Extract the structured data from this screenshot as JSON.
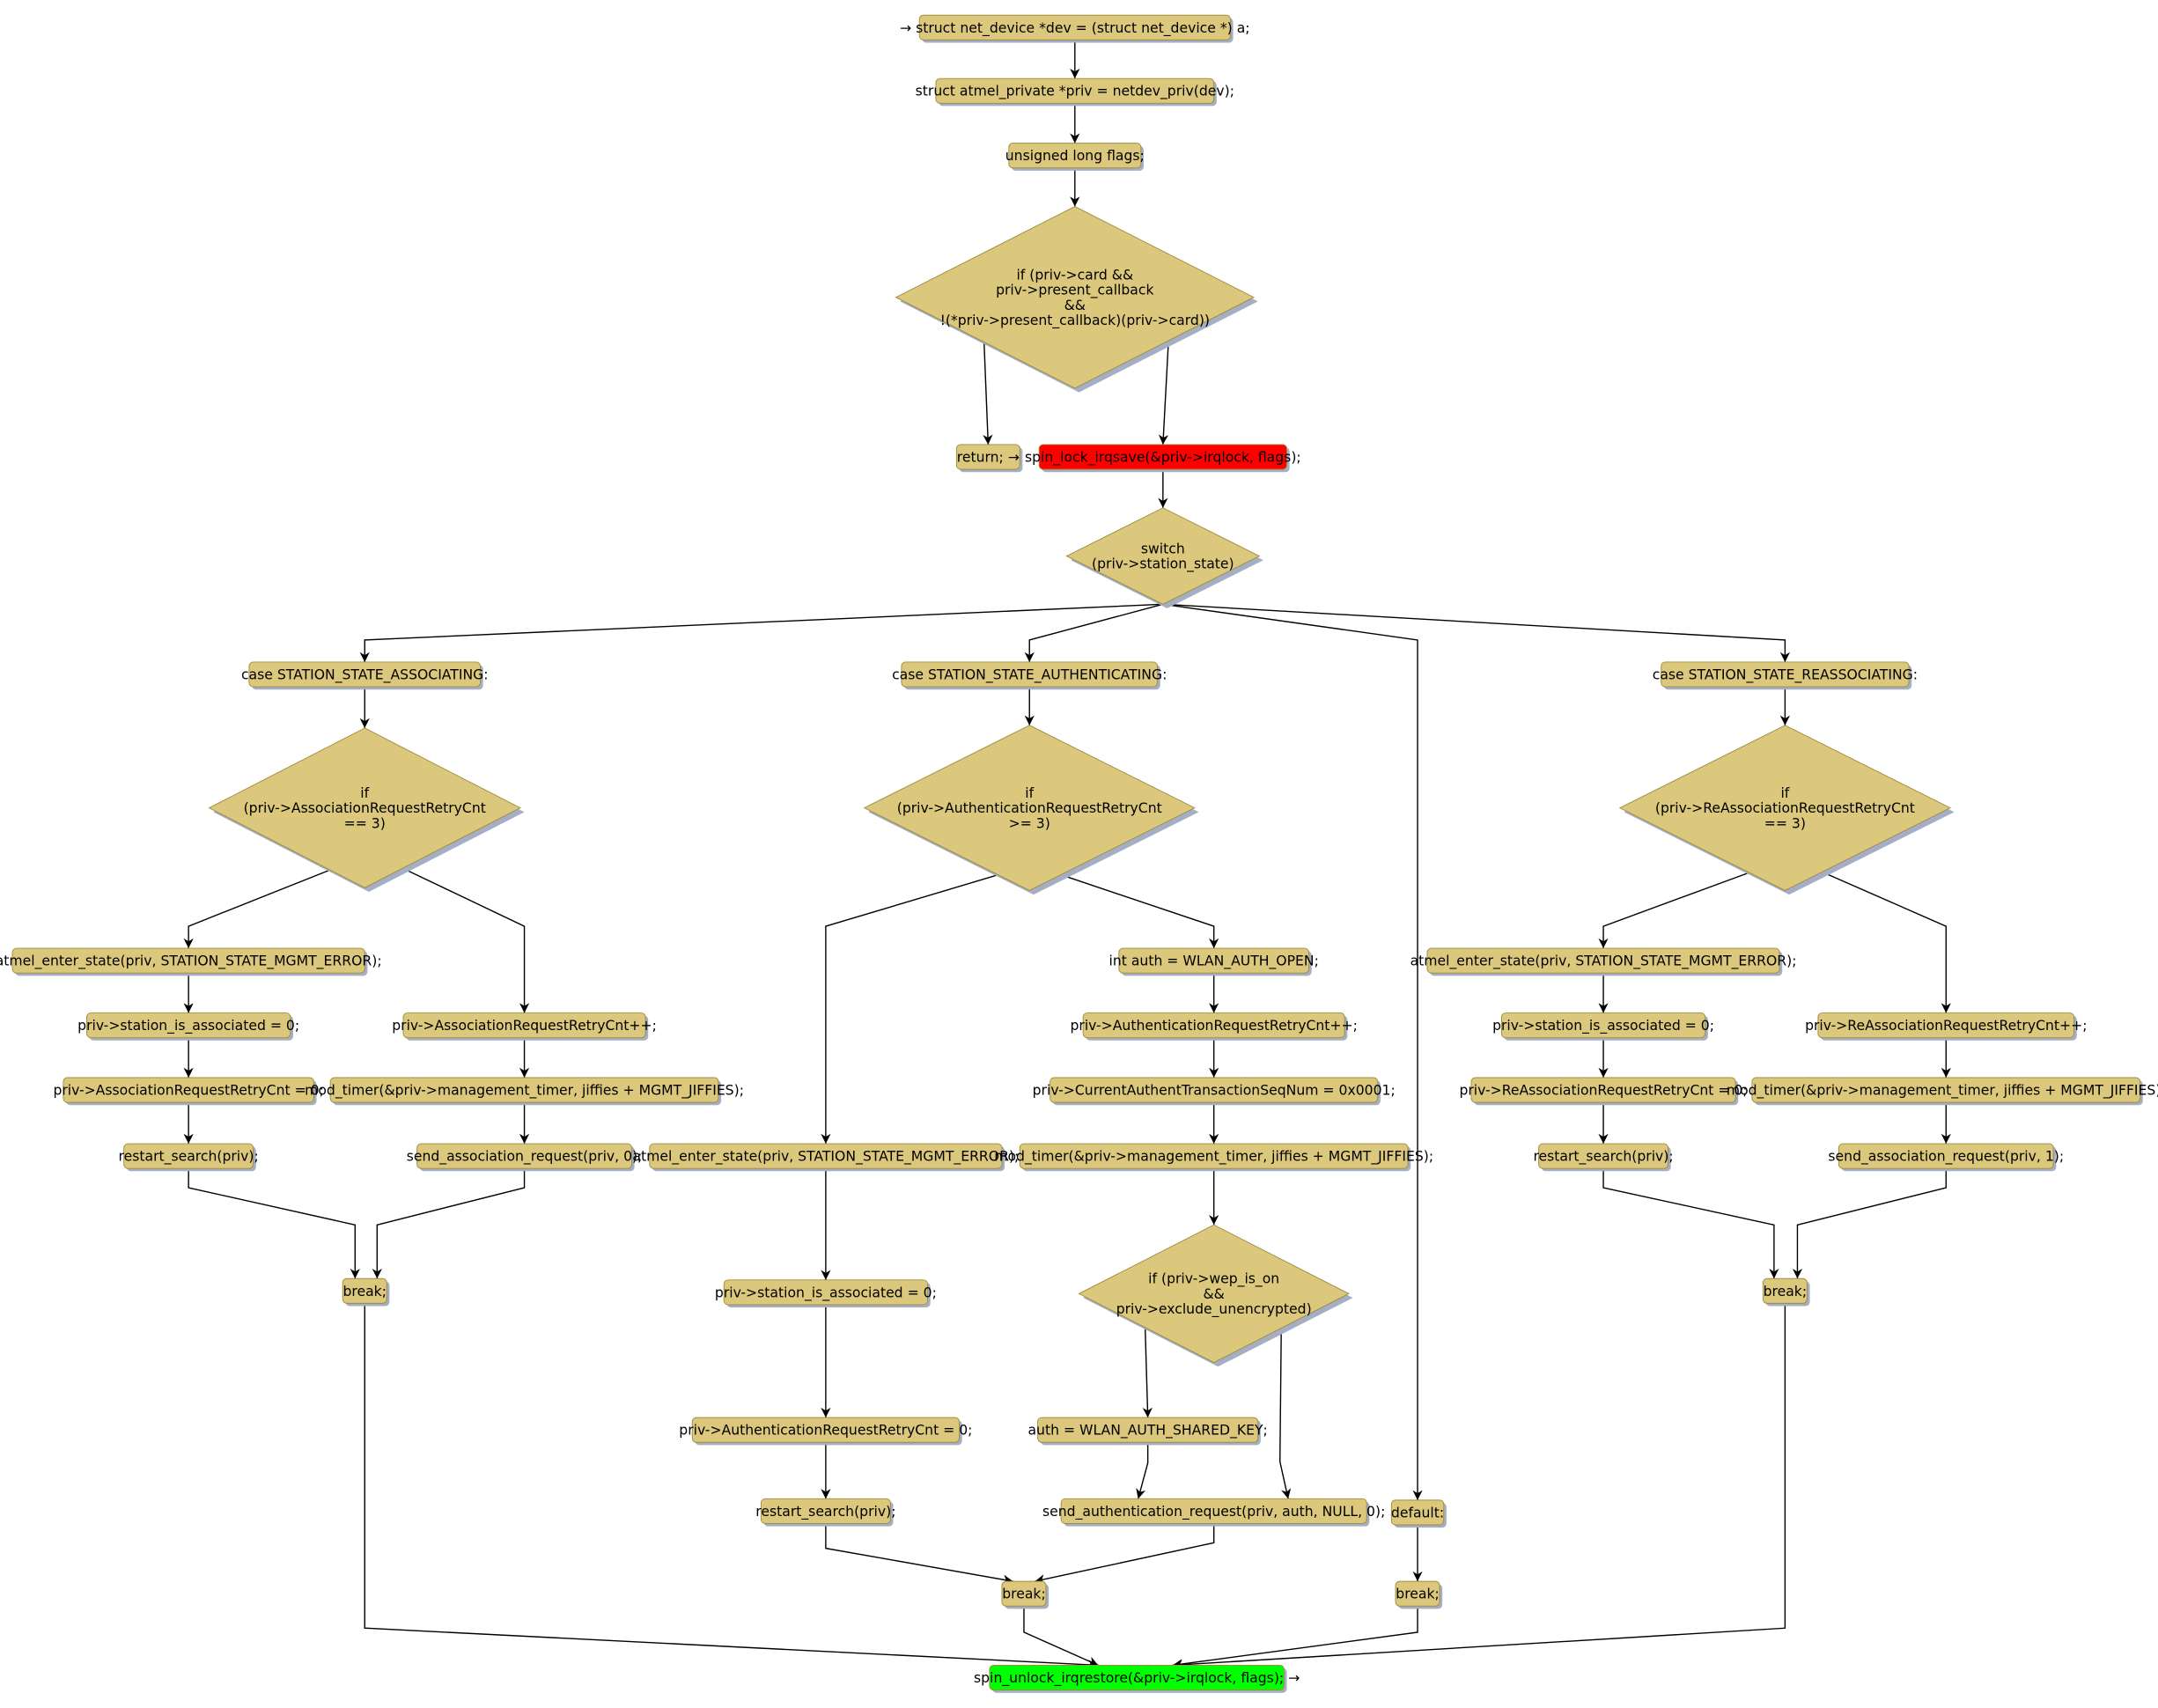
{
  "colors": {
    "node_fill": "#dcc87c",
    "node_stroke": "#a08c3c",
    "shadow": "#a4aec4",
    "start_fill": "#ff0000",
    "end_fill": "#00ff00",
    "edge": "#000000"
  },
  "nodes": {
    "n1": [
      "→ struct net_device *dev = (struct net_device *) a;"
    ],
    "n2": [
      "struct atmel_private *priv = netdev_priv(dev);"
    ],
    "n3": [
      "unsigned long flags;"
    ],
    "d1": [
      "if (priv->card &&",
      "priv->present_callback",
      "&&",
      "!(*priv->present_callback)(priv->card))"
    ],
    "ret": [
      "return; →"
    ],
    "lock": [
      "spin_lock_irqsave(&priv->irqlock, flags);"
    ],
    "sw": [
      "switch",
      "(priv->station_state)"
    ],
    "c1": [
      "case STATION_STATE_ASSOCIATING:"
    ],
    "c2": [
      "case STATION_STATE_AUTHENTICATING:"
    ],
    "c3": [
      "case STATION_STATE_REASSOCIATING:"
    ],
    "da": [
      "if",
      "(priv->AssociationRequestRetryCnt",
      "== 3)"
    ],
    "dau": [
      "if",
      "(priv->AuthenticationRequestRetryCnt",
      ">= 3)"
    ],
    "dr": [
      "if",
      "(priv->ReAssociationRequestRetryCnt",
      "== 3)"
    ],
    "a1": [
      "atmel_enter_state(priv, STATION_STATE_MGMT_ERROR);"
    ],
    "a2": [
      "priv->station_is_associated = 0;"
    ],
    "a3": [
      "priv->AssociationRequestRetryCnt = 0;"
    ],
    "a4": [
      "restart_search(priv);"
    ],
    "a5": [
      "priv->AssociationRequestRetryCnt++;"
    ],
    "a6": [
      "mod_timer(&priv->management_timer, jiffies + MGMT_JIFFIES);"
    ],
    "a7": [
      "send_association_request(priv, 0);"
    ],
    "ab": [
      "break;"
    ],
    "u1": [
      "atmel_enter_state(priv, STATION_STATE_MGMT_ERROR);"
    ],
    "u2": [
      "priv->station_is_associated = 0;"
    ],
    "u3": [
      "priv->AuthenticationRequestRetryCnt = 0;"
    ],
    "u4": [
      "restart_search(priv);"
    ],
    "u5": [
      "int auth = WLAN_AUTH_OPEN;"
    ],
    "u6": [
      "priv->AuthenticationRequestRetryCnt++;"
    ],
    "u7": [
      "priv->CurrentAuthentTransactionSeqNum = 0x0001;"
    ],
    "u8": [
      "mod_timer(&priv->management_timer, jiffies + MGMT_JIFFIES);"
    ],
    "dw": [
      "if (priv->wep_is_on",
      "&&",
      "priv->exclude_unencrypted)"
    ],
    "u9": [
      "auth = WLAN_AUTH_SHARED_KEY;"
    ],
    "u10": [
      "send_authentication_request(priv, auth, NULL, 0);"
    ],
    "ub": [
      "break;"
    ],
    "df": [
      "default:"
    ],
    "dfb": [
      "break;"
    ],
    "r1": [
      "atmel_enter_state(priv, STATION_STATE_MGMT_ERROR);"
    ],
    "r2": [
      "priv->station_is_associated = 0;"
    ],
    "r3": [
      "priv->ReAssociationRequestRetryCnt = 0;"
    ],
    "r4": [
      "restart_search(priv);"
    ],
    "r5": [
      "priv->ReAssociationRequestRetryCnt++;"
    ],
    "r6": [
      "mod_timer(&priv->management_timer, jiffies + MGMT_JIFFIES);"
    ],
    "r7": [
      "send_association_request(priv, 1);"
    ],
    "rb": [
      "break;"
    ],
    "end": [
      "spin_unlock_irqrestore(&priv->irqlock, flags); →"
    ]
  }
}
